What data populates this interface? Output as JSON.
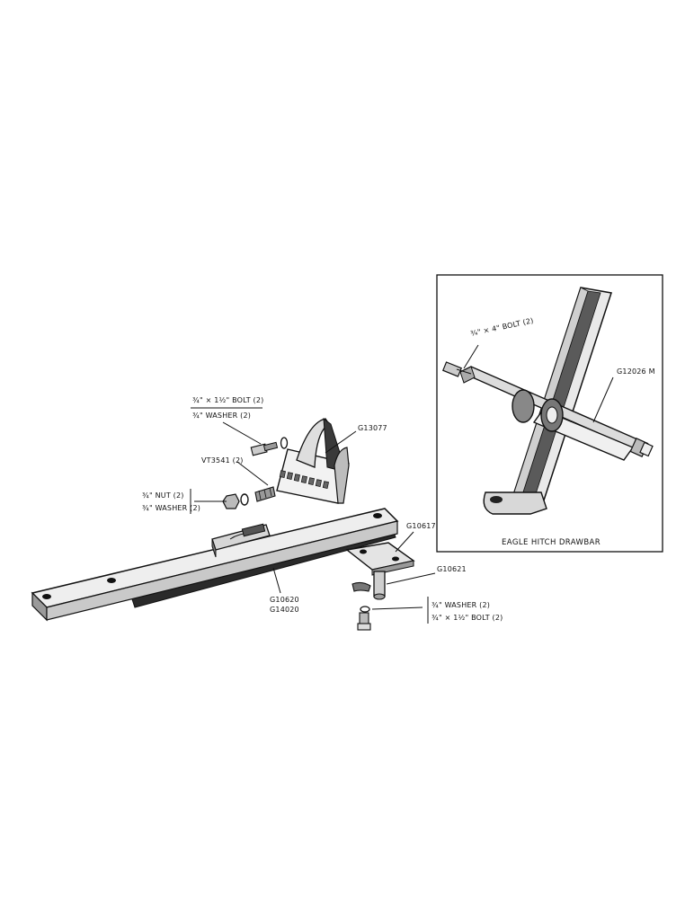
{
  "labels": {
    "bolt_top": "¾\" × 1½\" BOLT (2)",
    "washer_top": "¾\" WASHER (2)",
    "g13077": "G13077",
    "vt3541": "VT3541 (2)",
    "nut": "¾\" NUT (2)",
    "washer_left": "¾\" WASHER (2)",
    "g10617": "G10617",
    "g10621": "G10621",
    "g10620": "G10620",
    "g14020": "G14020",
    "washer_bottom": "¾\" WASHER (2)",
    "bolt_bottom": "¾\" × 1½\" BOLT (2)",
    "inset_bolt": "¾\" × 4\" BOLT (2)",
    "g12026m": "G12026 M",
    "inset_caption": "EAGLE HITCH DRAWBAR"
  }
}
